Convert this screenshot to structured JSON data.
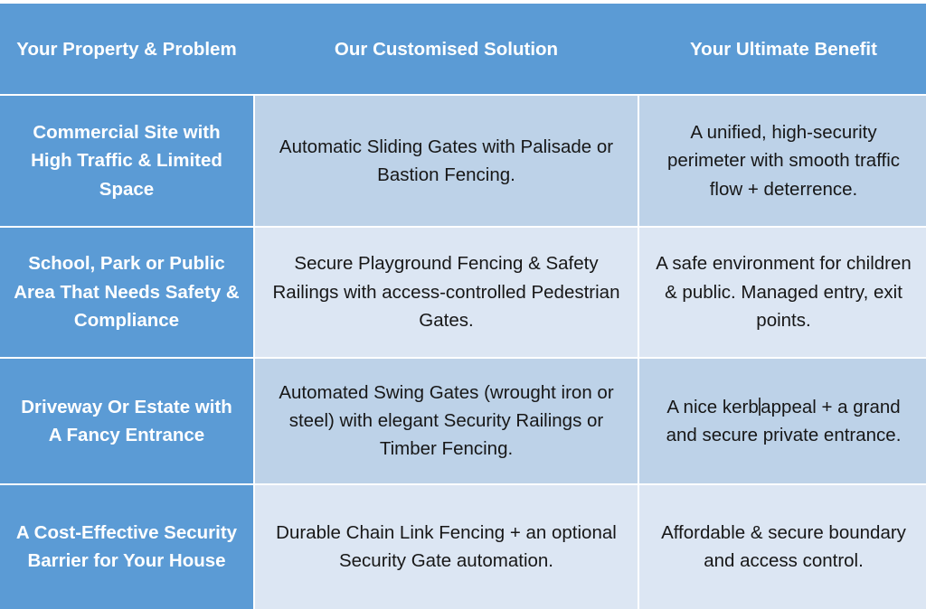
{
  "table": {
    "columns": [
      {
        "key": "problem",
        "header": "Your Property & Problem"
      },
      {
        "key": "solution",
        "header": "Our Customised Solution"
      },
      {
        "key": "benefit",
        "header": "Your Ultimate Benefit"
      }
    ],
    "rows": [
      {
        "problem": "Commercial Site with High Traffic & Limited Space",
        "solution": "Automatic Sliding Gates with Palisade or Bastion Fencing.",
        "benefit": "A unified, high-security perimeter with smooth traffic flow + deterrence."
      },
      {
        "problem": "School, Park or Public Area That Needs Safety & Compliance",
        "solution": "Secure Playground Fencing & Safety Railings with access-controlled Pedestrian Gates.",
        "benefit": "A safe environment for children & public. Managed entry, exit points."
      },
      {
        "problem": "Driveway Or Estate with A Fancy Entrance",
        "solution": "Automated Swing Gates (wrought iron or steel) with elegant Security Railings or Timber Fencing.",
        "benefit_before_caret": "A nice kerb",
        "benefit_after_caret": "appeal + a grand and secure private entrance.",
        "benefit": "A nice kerb appeal + a grand and secure private entrance."
      },
      {
        "problem": "A Cost-Effective Security Barrier for Your House",
        "solution": "Durable Chain Link Fencing + an optional Security Gate automation.",
        "benefit": "Affordable & secure boundary and access control."
      }
    ]
  },
  "colors": {
    "header_background": "#5B9BD5",
    "header_text": "#FFFFFF",
    "first_column_background": "#5B9BD5",
    "first_column_text": "#FFFFFF",
    "body_shade_dark": "#BDD2E8",
    "body_shade_light": "#DCE6F3",
    "body_text": "#171717",
    "grid_line": "#FFFFFF"
  }
}
